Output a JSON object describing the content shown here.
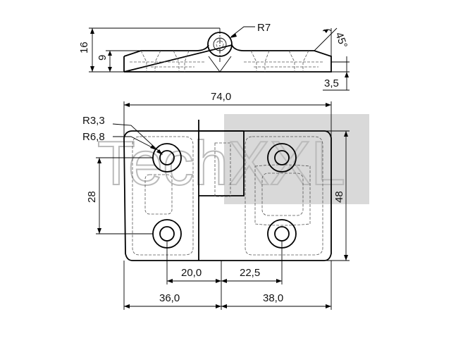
{
  "watermark": {
    "brand": "TechXXL",
    "color": "#d9d9d9"
  },
  "dimensions": {
    "side_height": "16",
    "side_thickness": "9",
    "knuckle_radius": "R7",
    "chamfer_angle": "45°",
    "edge_offset": "3,5",
    "total_width": "74,0",
    "hole_radius": "R3,3",
    "counterbore_radius": "R6,8",
    "hole_spacing_vertical": "28",
    "total_height": "48",
    "left_hole_offset": "20,0",
    "right_hole_offset": "22,5",
    "left_leaf_width": "36,0",
    "right_leaf_width": "38,0"
  }
}
